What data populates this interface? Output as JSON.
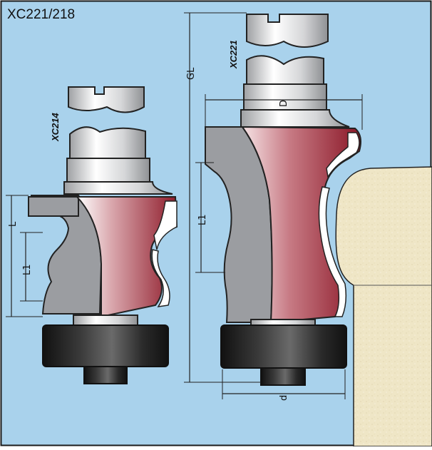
{
  "title": "XC221/218",
  "colors": {
    "background": "#a9d2ec",
    "frame": "#1a1a1a",
    "body_grey": "#9b9da1",
    "cutter_red": "#8e1b2a",
    "shank_grey": "#c7c9cc",
    "bearing": "#1c1c1c",
    "workpiece": "#efe6c6"
  },
  "left_tool": {
    "model": "XC214",
    "dim_L": "L",
    "dim_L1": "L1"
  },
  "right_tool": {
    "model": "XC221",
    "dim_GL": "GL",
    "dim_D": "D",
    "dim_L1": "L1",
    "dim_d": "d"
  }
}
